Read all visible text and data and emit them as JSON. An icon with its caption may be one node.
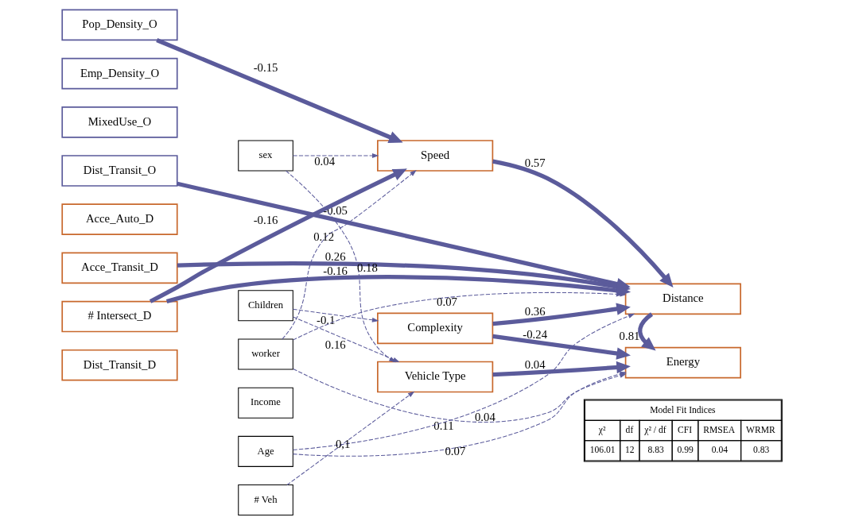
{
  "diagram": {
    "nodes": [
      {
        "text": [
          "Pop_Density_O"
        ]
      },
      {
        "text": [
          "Emp_Density_O"
        ]
      },
      {
        "text": [
          "MixedUse_O"
        ]
      },
      {
        "text": [
          "Dist_Transit_O"
        ]
      },
      {
        "text": [
          "Acce_Auto_D"
        ]
      },
      {
        "text": [
          "Acce_Transit_D"
        ]
      },
      {
        "text": [
          "# Intersect_D"
        ]
      },
      {
        "text": [
          "Dist_Transit_D"
        ]
      },
      {
        "text": [
          "Speed"
        ]
      },
      {
        "text": [
          "Complexity"
        ]
      },
      {
        "text": [
          "Vehicle Type"
        ]
      },
      {
        "text": [
          "Distance"
        ]
      },
      {
        "text": [
          "Energy"
        ]
      },
      {
        "text": [
          "sex"
        ]
      },
      {
        "text": [
          "Children"
        ]
      },
      {
        "text": [
          "worker"
        ]
      },
      {
        "text": [
          "Income"
        ]
      },
      {
        "text": [
          "Age"
        ]
      },
      {
        "text": [
          "# Veh"
        ]
      }
    ],
    "edges": [
      {
        "from": 0,
        "to": 8,
        "arrow": "to",
        "label": "-0.15",
        "style": "thick"
      },
      {
        "from": 3,
        "to": 11,
        "arrow": "to",
        "label": "-0.05",
        "style": "thick"
      },
      {
        "from": 5,
        "to": 11,
        "arrow": "to",
        "label": "0.26",
        "style": "thick"
      },
      {
        "from": 6,
        "to": 8,
        "arrow": "to",
        "label": "-0.16",
        "style": "thick"
      },
      {
        "from": 6,
        "to": 11,
        "arrow": "to",
        "label": "-0.16",
        "style": "thick"
      },
      {
        "from": 8,
        "to": 11,
        "arrow": "to",
        "label": "0.57",
        "style": "thick"
      },
      {
        "from": 9,
        "to": 11,
        "arrow": "to",
        "label": "0.36",
        "style": "thick"
      },
      {
        "from": 9,
        "to": 12,
        "arrow": "to",
        "label": "-0.24",
        "style": "thick"
      },
      {
        "from": 11,
        "to": 12,
        "arrow": "to",
        "label": "0.81",
        "style": "thick"
      },
      {
        "from": 10,
        "to": 12,
        "arrow": "to",
        "label": "0.04",
        "style": "thick"
      },
      {
        "from": 13,
        "to": 8,
        "arrow": "to",
        "label": "0.04",
        "style": "dashed"
      },
      {
        "from": 14,
        "to": 9,
        "arrow": "to",
        "label": "-0.1",
        "style": "dashed"
      },
      {
        "from": 15,
        "to": 8,
        "arrow": "to",
        "label": "0.12",
        "style": "dashed"
      },
      {
        "from": 14,
        "to": 10,
        "arrow": "to",
        "label": "0.16",
        "style": "dashed"
      },
      {
        "from": 13,
        "to": 10,
        "arrow": "to",
        "label": "0.18",
        "style": "dashed"
      },
      {
        "from": 15,
        "to": 11,
        "arrow": "to",
        "label": "0.07",
        "style": "dashed"
      },
      {
        "from": 15,
        "to": 12,
        "arrow": "to",
        "label": "0.11",
        "style": "dashed"
      },
      {
        "from": 17,
        "to": 11,
        "arrow": "to",
        "label": "0.04",
        "style": "dashed"
      },
      {
        "from": 17,
        "to": 12,
        "arrow": "to",
        "label": "0.07",
        "style": "dashed"
      },
      {
        "from": 18,
        "to": 10,
        "arrow": "to",
        "label": "0,1",
        "style": "dashed"
      }
    ],
    "labels": [
      "Model Fit Indices",
      "χ²",
      "df",
      "χ² / df",
      "CFI",
      "RMSEA",
      "WRMR",
      "106.01",
      "12",
      "8.83",
      "0.99",
      "0.04",
      "0.83"
    ]
  }
}
